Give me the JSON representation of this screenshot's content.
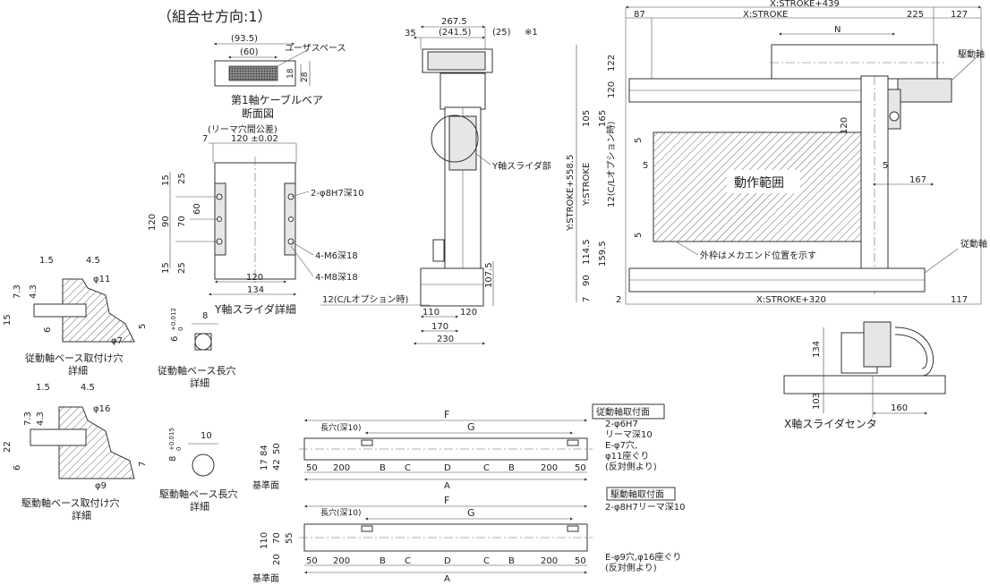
{
  "title": "（組合せ方向:1）",
  "cable": {
    "dims": [
      "(93.5)",
      "(60)",
      "18",
      "28"
    ],
    "label": "ユーザスペース",
    "caption1": "第1軸ケーブルベア",
    "caption2": "断面図"
  },
  "yslider": {
    "tol_note": "(リーマ穴間公差)",
    "top_dims": [
      "7",
      "120 ±0.02"
    ],
    "left_dims": [
      "120",
      "90",
      "70",
      "60",
      "15",
      "25",
      "15",
      "25"
    ],
    "notes": [
      "2-φ8H7深10",
      "4-M6深18",
      "4-M8深18"
    ],
    "bottom_dims": [
      "120",
      "134"
    ],
    "caption": "Y軸スライダ詳細"
  },
  "center": {
    "top_dims": [
      "267.5",
      "35",
      "(241.5)",
      "(25)",
      "※1"
    ],
    "label": "Y軸スライダ部",
    "side_dim": "107.5",
    "note": "12(C/Lオプション時)",
    "bottom_dims": [
      "110",
      "120",
      "170",
      "230"
    ]
  },
  "plan": {
    "top_dims": [
      "X:STROKE+439",
      "87",
      "X:STROKE",
      "225",
      "127",
      "N"
    ],
    "drive_label": "駆動軸",
    "driven_label": "従動軸",
    "left_dims": [
      "Y:STROKE+558.5",
      "Y:STROKE",
      "122",
      "120",
      "105",
      "165",
      "114.5",
      "159.5",
      "90",
      "7",
      "5",
      "5",
      "5",
      "120",
      "5",
      "167"
    ],
    "option_label": "12(C/Lオプション時)",
    "range_label": "動作範囲",
    "frame_note": "外枠はメカエンド位置を示す",
    "bottom_dims": [
      "2",
      "X:STROKE+320",
      "117"
    ]
  },
  "xcenter": {
    "dims": [
      "134",
      "103",
      "160"
    ],
    "caption": "X軸スライダセンタ"
  },
  "driven_hole": {
    "dims": [
      "1.5",
      "4.5",
      "φ11",
      "7.3",
      "4.3",
      "15",
      "6",
      "5",
      "φ7"
    ],
    "caption1": "従動軸ベース取付け穴",
    "caption2": "詳細"
  },
  "driven_slot": {
    "dims": [
      "8",
      "6",
      "+0.012",
      "0"
    ],
    "caption1": "従動軸ベース長穴",
    "caption2": "詳細"
  },
  "drive_hole": {
    "dims": [
      "1.5",
      "4.5",
      "φ16",
      "7.3",
      "4.3",
      "22",
      "6",
      "7",
      "φ9"
    ],
    "caption1": "駆動軸ベース取付け穴",
    "caption2": "詳細"
  },
  "drive_slot": {
    "dims": [
      "10",
      "8",
      "+0.015",
      "0"
    ],
    "caption1": "駆動軸ベース長穴",
    "caption2": "詳細"
  },
  "driven_base": {
    "header": "従動軸取付面",
    "notes": [
      "2-φ6H7",
      "リーマ深10",
      "E-φ7穴,",
      "φ11座ぐり",
      "(反対側より)"
    ],
    "slot_label": "長穴(深10)",
    "dims": [
      "F",
      "G",
      "84",
      "50",
      "17",
      "42",
      "50",
      "200",
      "B",
      "C",
      "D",
      "C",
      "B",
      "200",
      "50",
      "A"
    ],
    "ref": "基準面"
  },
  "drive_base": {
    "header": "駆動軸取付面",
    "notes": [
      "2-φ8H7リーマ深10",
      "E-φ9穴,φ16座ぐり",
      "(反対側より)"
    ],
    "slot_label": "長穴(深10)",
    "dims": [
      "F",
      "G",
      "110",
      "70",
      "55",
      "20",
      "50",
      "200",
      "B",
      "C",
      "D",
      "C",
      "B",
      "200",
      "50",
      "A"
    ],
    "ref": "基準面"
  }
}
